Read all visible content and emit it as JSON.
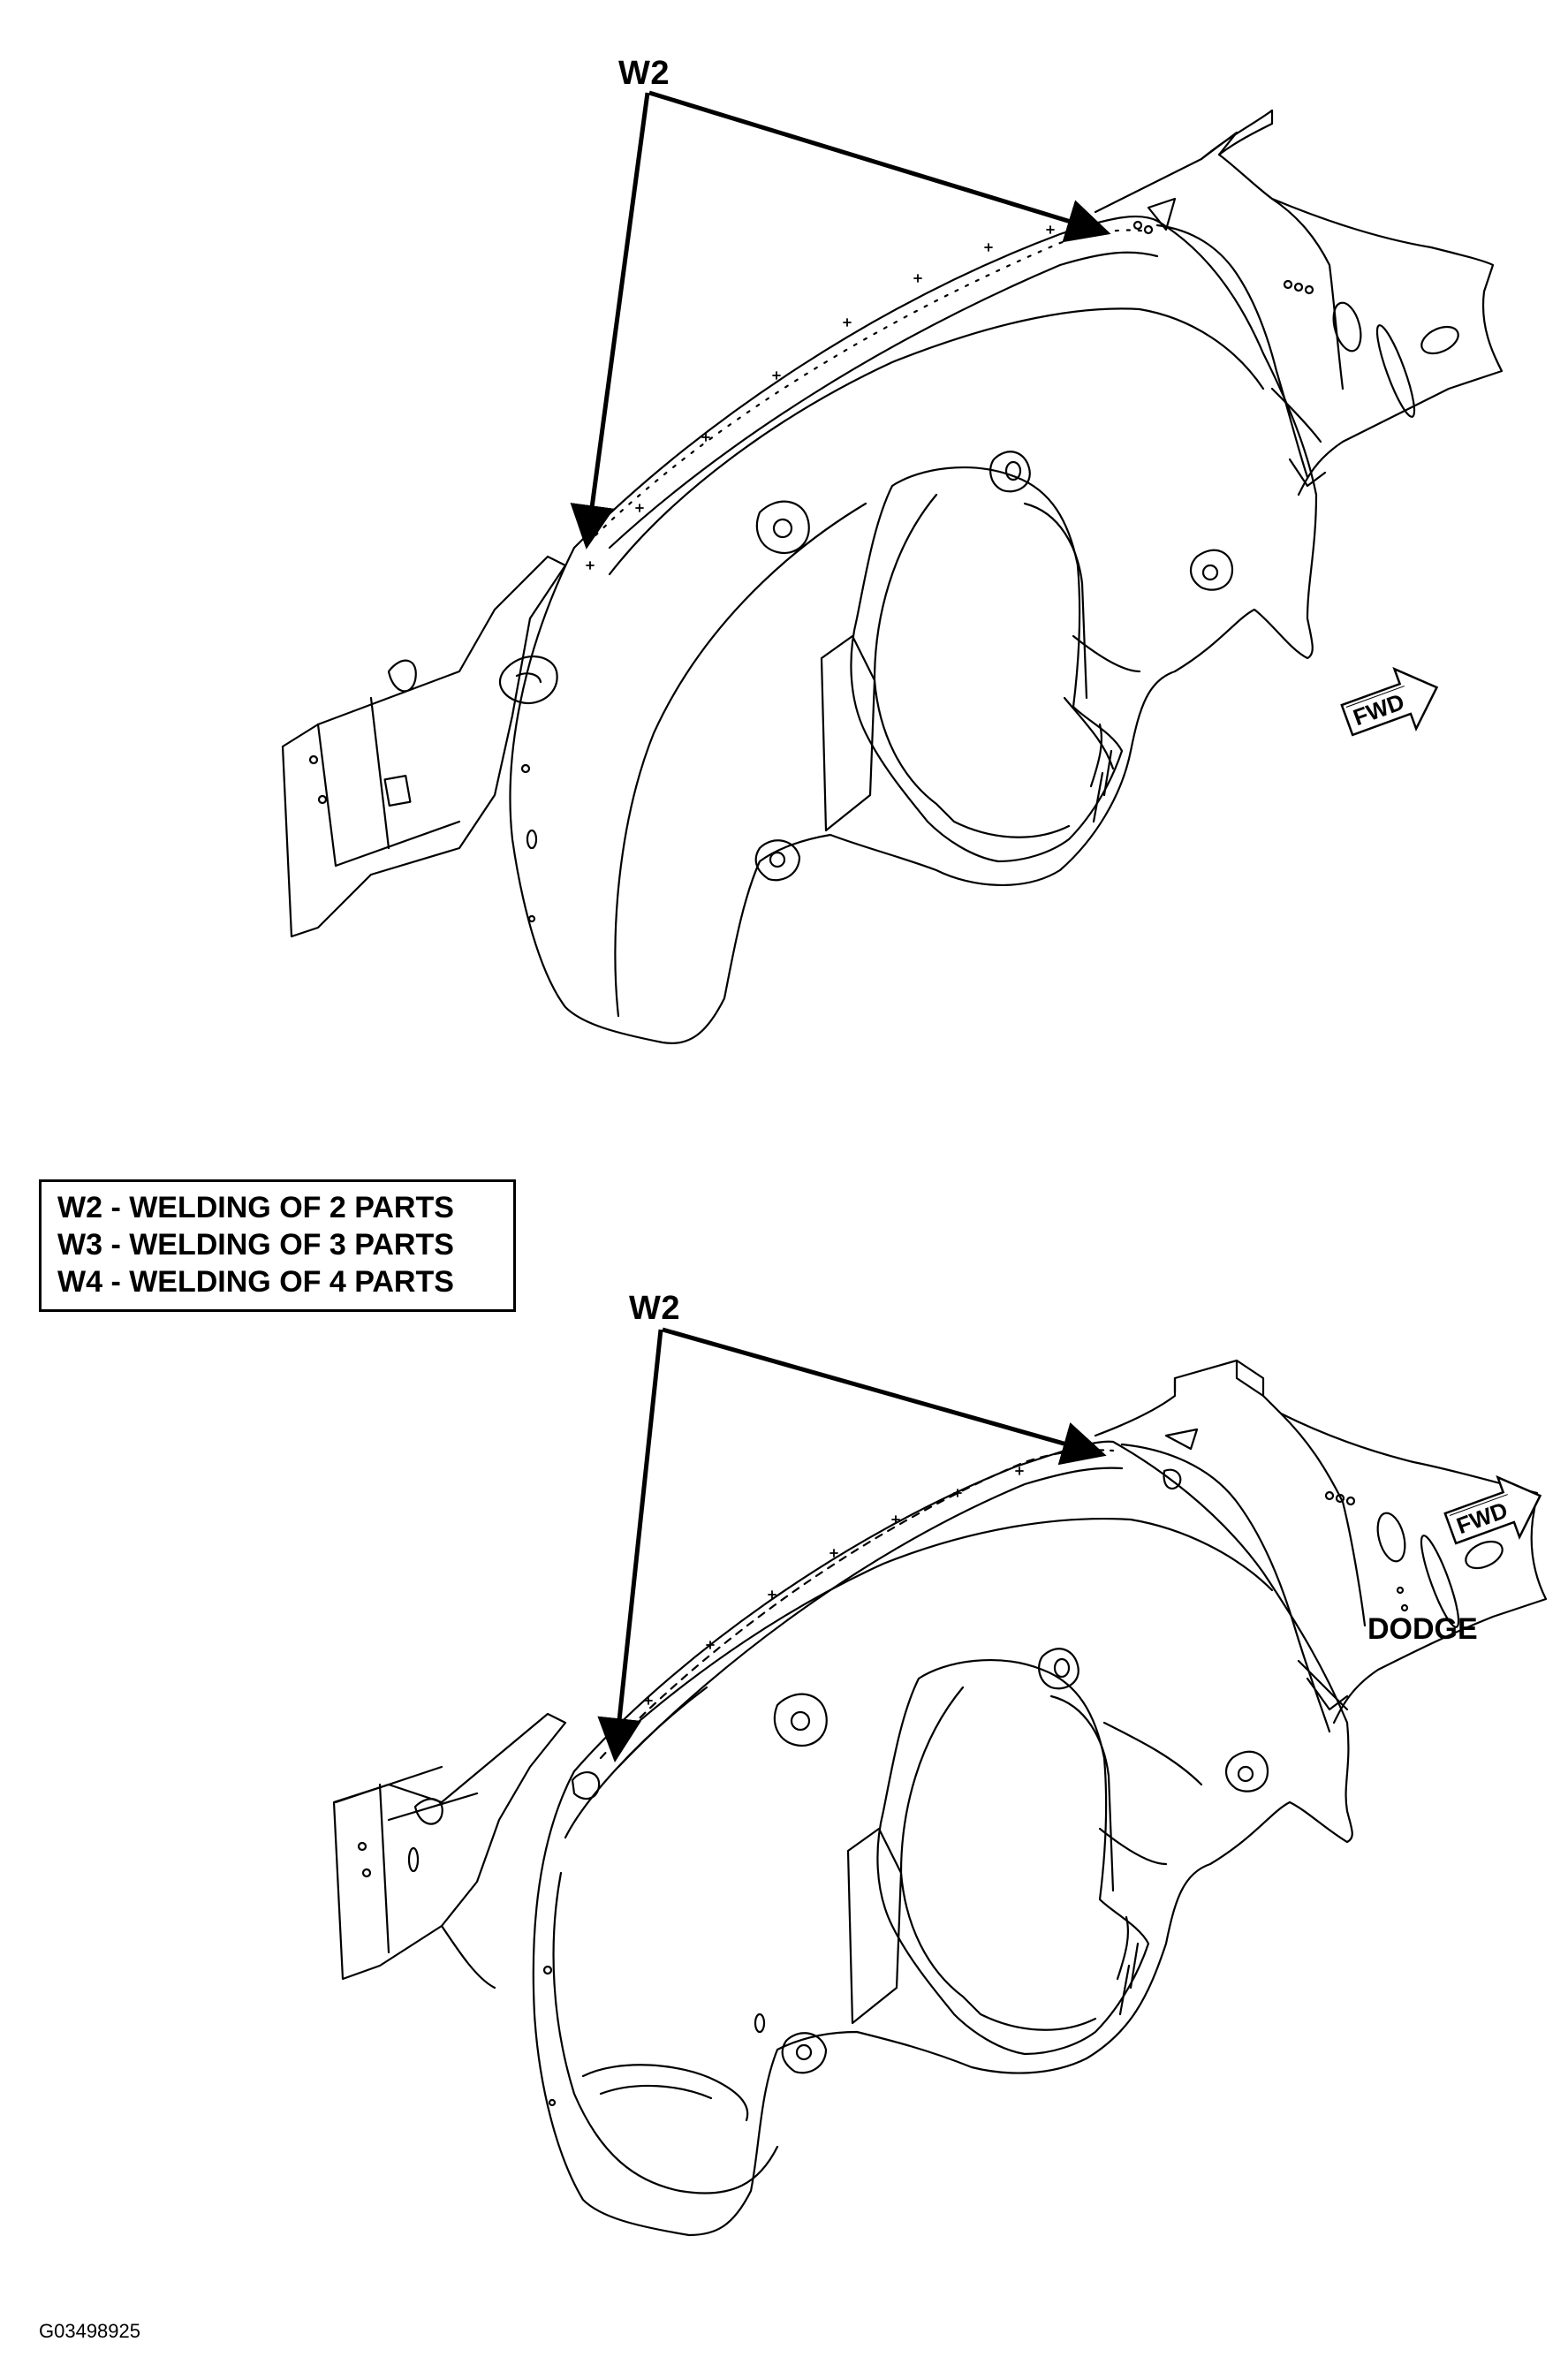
{
  "callouts": {
    "top": "W2",
    "bottom": "W2"
  },
  "legend": {
    "rows": [
      "W2 - WELDING OF 2 PARTS",
      "W3 - WELDING OF 3 PARTS",
      "W4 - WELDING OF 4 PARTS"
    ]
  },
  "direction": {
    "top": "FWD",
    "bottom": "FWD"
  },
  "brand": "DODGE",
  "figure_id": "G03498925"
}
